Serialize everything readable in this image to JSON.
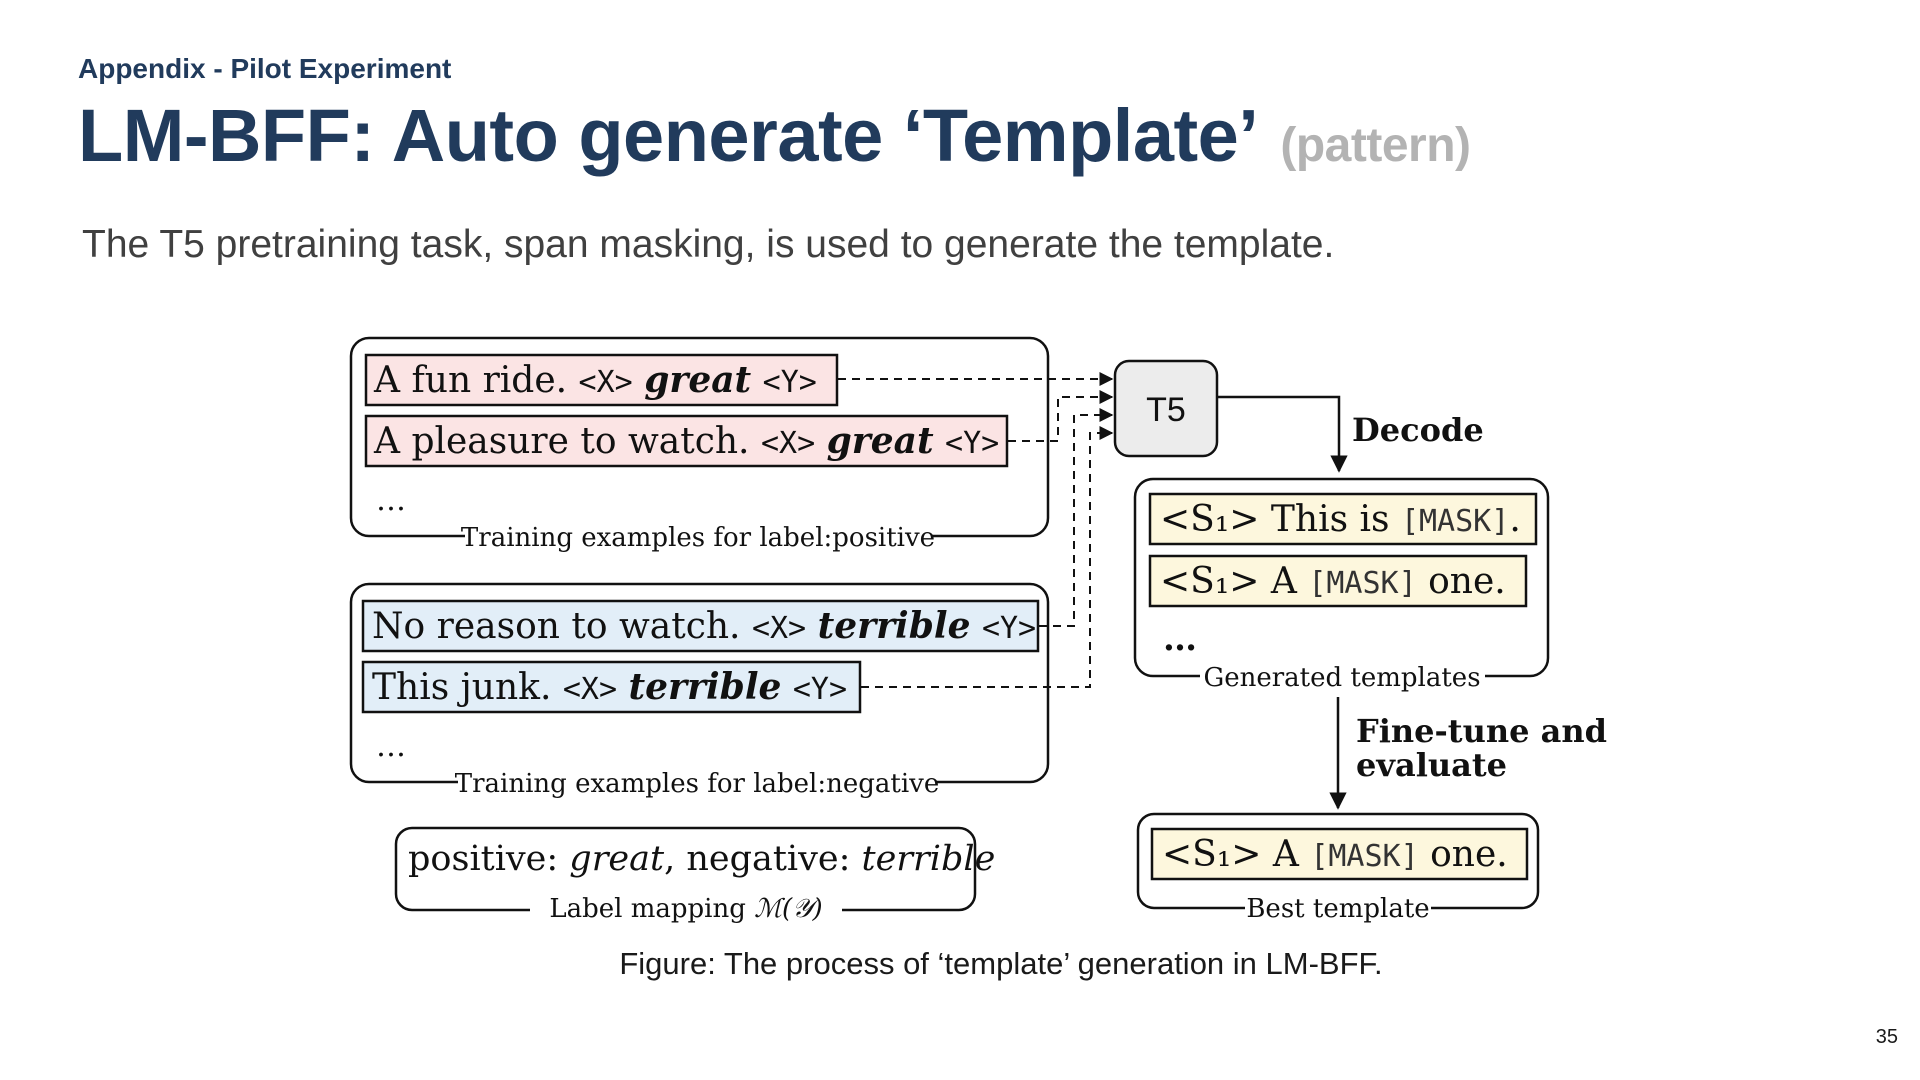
{
  "slide": {
    "eyebrow": "Appendix - Pilot Experiment",
    "title": "LM-BFF: Auto generate ‘Template’",
    "title_suffix": "(pattern)",
    "subtitle": "The T5 pretraining task, span masking, is used to generate the template.",
    "caption": "Figure: The process of ‘template’ generation in LM-BFF.",
    "page_number": "35"
  },
  "diagram": {
    "positive_group": {
      "label": "Training examples for label:positive",
      "ex1": {
        "text": "A fun ride. ",
        "x": "<X>",
        "word": "great",
        "y": "<Y>"
      },
      "ex2": {
        "text": "A pleasure to watch. ",
        "x": "<X>",
        "word": "great",
        "y": "<Y>"
      },
      "ellipsis": "…"
    },
    "negative_group": {
      "label": "Training examples for label:negative",
      "ex1": {
        "text": "No reason to watch. ",
        "x": "<X>",
        "word": "terrible",
        "y": "<Y>"
      },
      "ex2": {
        "text": "This junk. ",
        "x": "<X>",
        "word": "terrible",
        "y": "<Y>"
      },
      "ellipsis": "…"
    },
    "label_mapping": {
      "pos_key": "positive: ",
      "pos_word": "great",
      "sep": ", negative: ",
      "neg_word": "terrible",
      "label": "Label mapping ",
      "symbol": "ℳ(𝒴)"
    },
    "model": "T5",
    "decode_label": "Decode",
    "generated": {
      "label": "Generated templates",
      "t1": {
        "s": "<S₁>",
        "text": " This is ",
        "mask": "[MASK]",
        "end": "."
      },
      "t2": {
        "s": "<S₁>",
        "text": " A ",
        "mask": "[MASK]",
        "end": " one."
      },
      "ellipsis": "…"
    },
    "finetune_label_line1": "Fine-tune and",
    "finetune_label_line2": "evaluate",
    "best": {
      "label": "Best template",
      "t": {
        "s": "<S₁>",
        "text": " A ",
        "mask": "[MASK]",
        "end": " one."
      }
    },
    "colors": {
      "positive_fill": "#fbe4e4",
      "negative_fill": "#e2eef8",
      "template_fill": "#fdf7dd",
      "t5_fill": "#ececec",
      "title_color": "#213b5c"
    }
  }
}
